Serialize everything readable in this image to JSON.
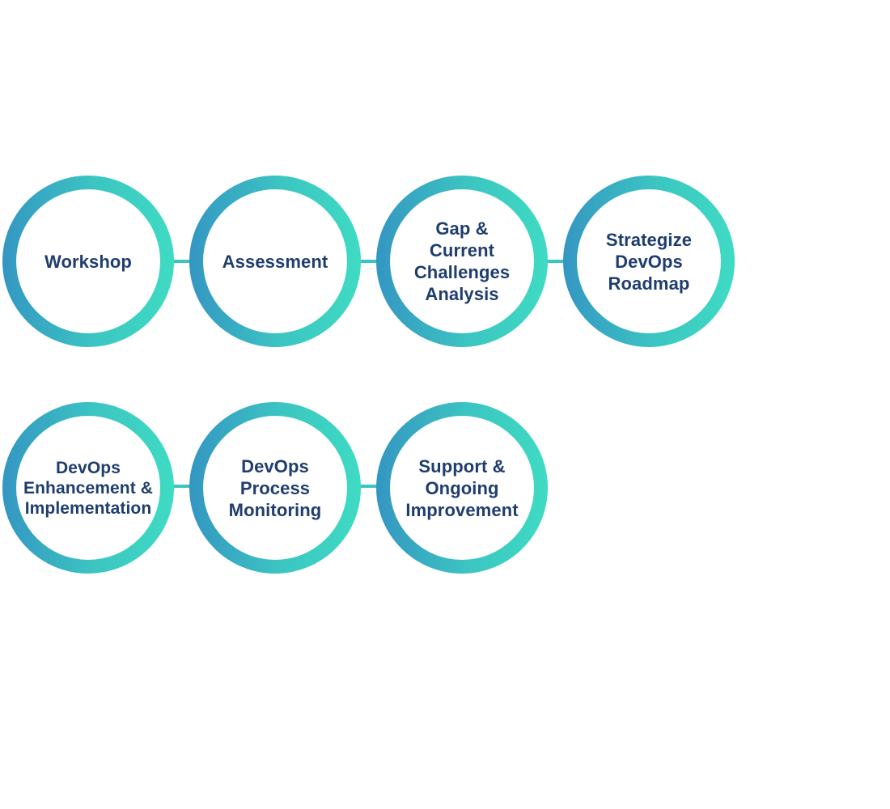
{
  "diagram": {
    "row1": [
      {
        "label": "Workshop"
      },
      {
        "label": "Assessment"
      },
      {
        "label": "Gap &\nCurrent\nChallenges\nAnalysis"
      },
      {
        "label": "Strategize\nDevOps\nRoadmap"
      }
    ],
    "row2": [
      {
        "label": "DevOps\nEnhancement &\nImplementation"
      },
      {
        "label": "DevOps\nProcess\nMonitoring"
      },
      {
        "label": "Support &\nOngoing\nImprovement"
      }
    ],
    "colors": {
      "ring_start": "#3496c2",
      "ring_end": "#3edbc3",
      "connector": "#3cc4c0",
      "text": "#1f3d6e"
    }
  }
}
